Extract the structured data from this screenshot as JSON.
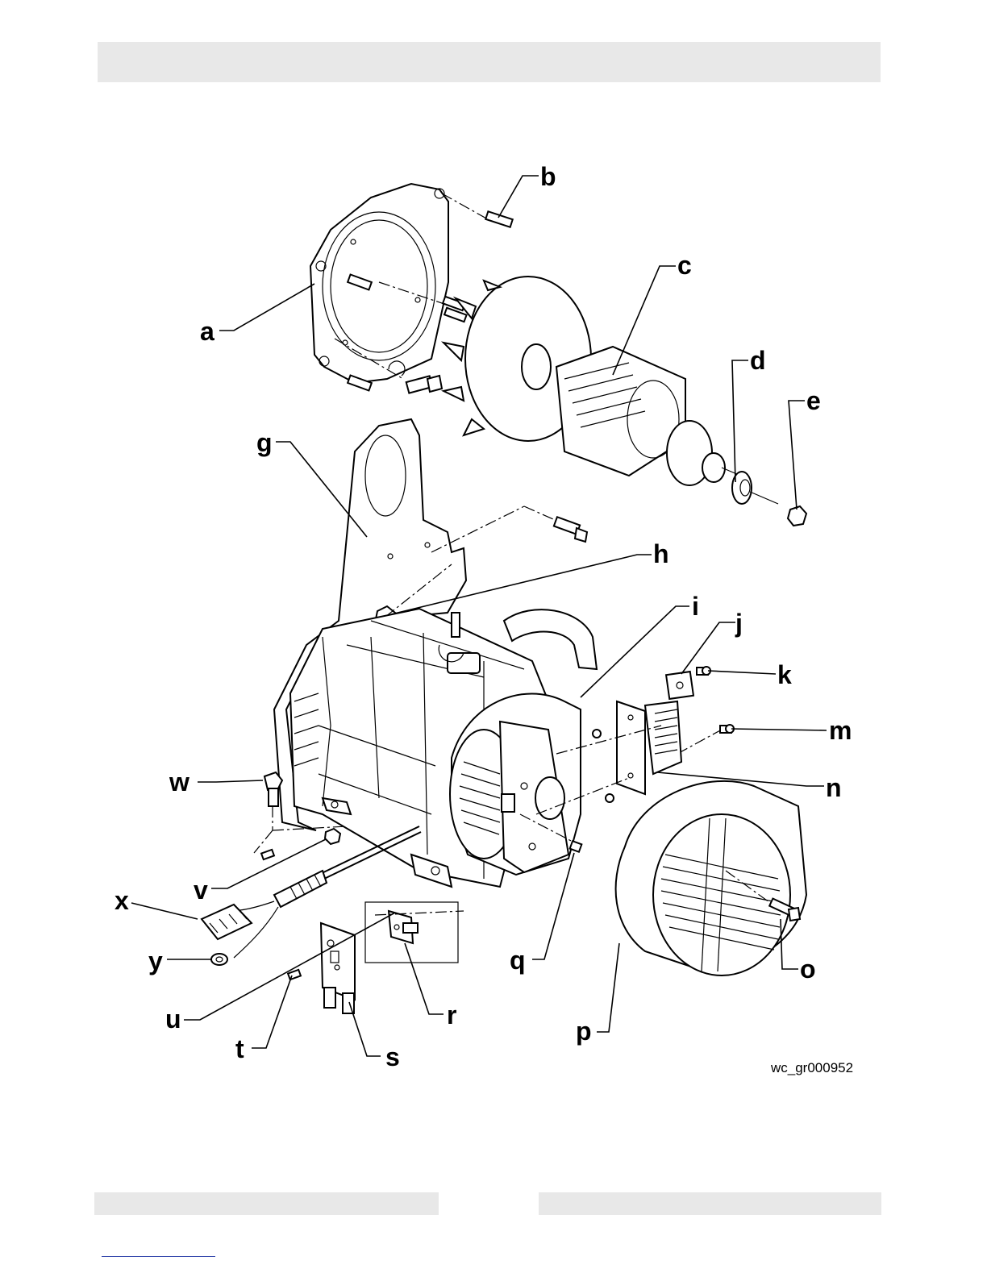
{
  "header": {
    "text": ""
  },
  "footer": {
    "left_text": "",
    "right_text": ""
  },
  "diagram": {
    "figure_code": "wc_gr000952",
    "callouts": [
      {
        "id": "a",
        "label": "a"
      },
      {
        "id": "b",
        "label": "b"
      },
      {
        "id": "c",
        "label": "c"
      },
      {
        "id": "d",
        "label": "d"
      },
      {
        "id": "e",
        "label": "e"
      },
      {
        "id": "g",
        "label": "g"
      },
      {
        "id": "h",
        "label": "h"
      },
      {
        "id": "i",
        "label": "i"
      },
      {
        "id": "j",
        "label": "j"
      },
      {
        "id": "k",
        "label": "k"
      },
      {
        "id": "m",
        "label": "m"
      },
      {
        "id": "n",
        "label": "n"
      },
      {
        "id": "w",
        "label": "w"
      },
      {
        "id": "v",
        "label": "v"
      },
      {
        "id": "x",
        "label": "x"
      },
      {
        "id": "y",
        "label": "y"
      },
      {
        "id": "u",
        "label": "u"
      },
      {
        "id": "t",
        "label": "t"
      },
      {
        "id": "s",
        "label": "s"
      },
      {
        "id": "r",
        "label": "r"
      },
      {
        "id": "q",
        "label": "q"
      },
      {
        "id": "p",
        "label": "p"
      },
      {
        "id": "o",
        "label": "o"
      }
    ]
  }
}
